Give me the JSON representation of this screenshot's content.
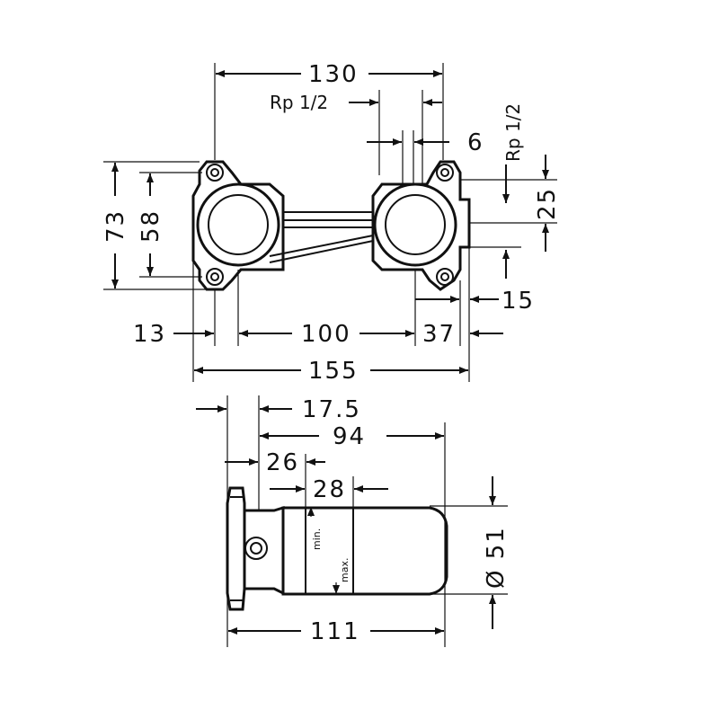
{
  "top_view": {
    "dims": {
      "width_130": "130",
      "thread_left": "Rp 1/2",
      "thread_right": "Rp 1/2",
      "gap_6": "6",
      "height_73": "73",
      "height_58": "58",
      "height_25": "25",
      "offset_15": "15",
      "left_13": "13",
      "center_100": "100",
      "right_37": "37",
      "total_155": "155"
    }
  },
  "side_view": {
    "dims": {
      "d_17_5": "17.5",
      "d_94": "94",
      "d_26": "26",
      "d_28": "28",
      "diameter": "Ø 51",
      "length_111": "111"
    },
    "labels": {
      "min": "min.",
      "max": "max."
    }
  }
}
